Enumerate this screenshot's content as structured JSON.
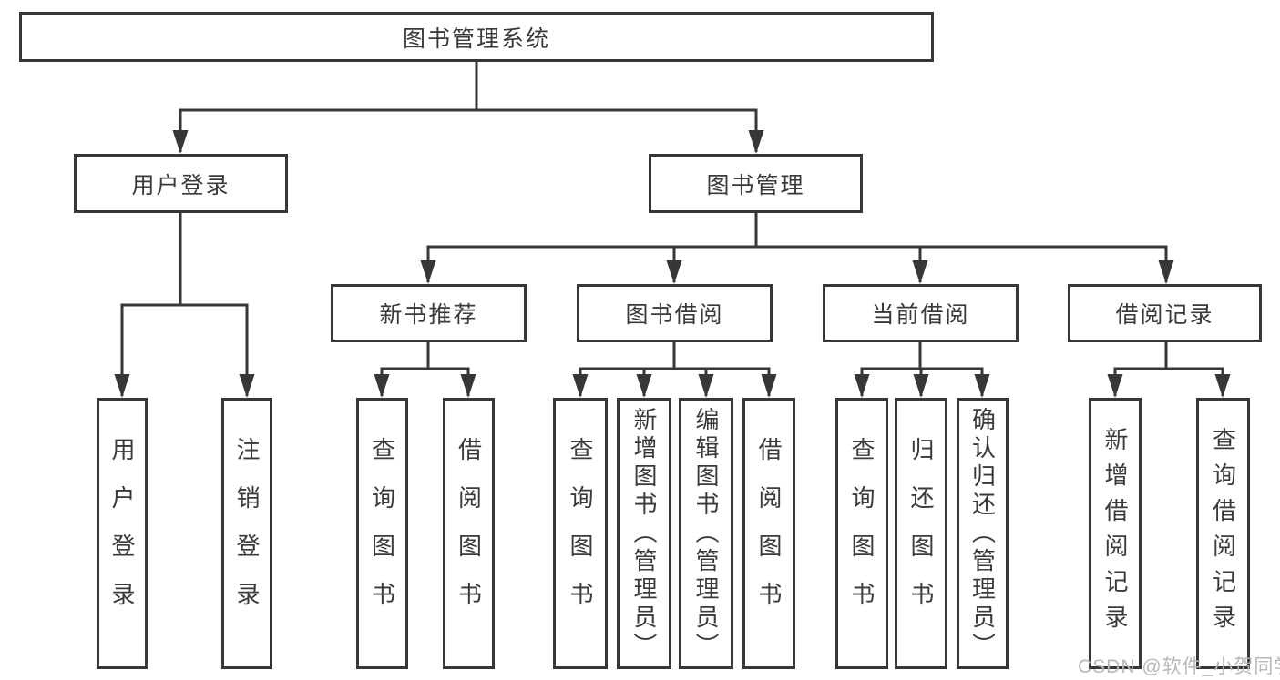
{
  "diagram_type": "hierarchical-function-tree",
  "tree": {
    "label": "图书管理系统",
    "children": [
      {
        "label": "用户登录",
        "children": [
          {
            "label": "用户登录"
          },
          {
            "label": "注销登录"
          }
        ]
      },
      {
        "label": "图书管理",
        "children": [
          {
            "label": "新书推荐",
            "children": [
              {
                "label": "查询图书"
              },
              {
                "label": "借阅图书"
              }
            ]
          },
          {
            "label": "图书借阅",
            "children": [
              {
                "label": "查询图书"
              },
              {
                "label": "新增图书（管理员）"
              },
              {
                "label": "编辑图书（管理员）"
              },
              {
                "label": "借阅图书"
              }
            ]
          },
          {
            "label": "当前借阅",
            "children": [
              {
                "label": "查询图书"
              },
              {
                "label": "归还图书"
              },
              {
                "label": "确认归还（管理员）"
              }
            ]
          },
          {
            "label": "借阅记录",
            "children": [
              {
                "label": "新增借阅记录"
              },
              {
                "label": "查询借阅记录"
              }
            ]
          }
        ]
      }
    ]
  },
  "watermark": "CSDN @软件_小贺同学",
  "colors": {
    "line": "#373737",
    "box_border": "#373737",
    "text": "#3a3a3a",
    "watermark": "#b8b8b8",
    "background": "#ffffff"
  }
}
